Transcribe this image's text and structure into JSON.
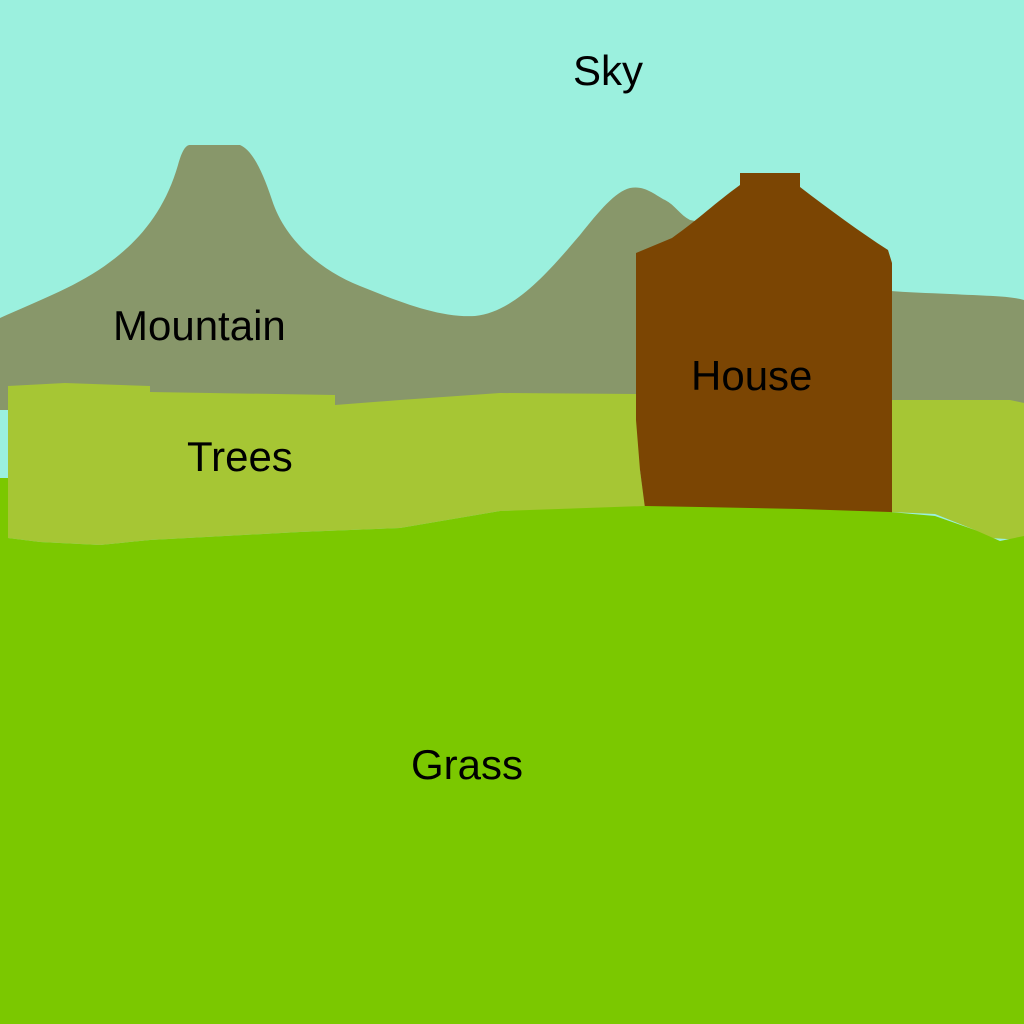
{
  "colors": {
    "sky": "#9bf0de",
    "mountain": "#88976a",
    "trees": "#a6c634",
    "house": "#7b4503",
    "grass": "#7bc800"
  },
  "labels": {
    "sky": "Sky",
    "mountain": "Mountain",
    "trees": "Trees",
    "house": "House",
    "grass": "Grass"
  }
}
